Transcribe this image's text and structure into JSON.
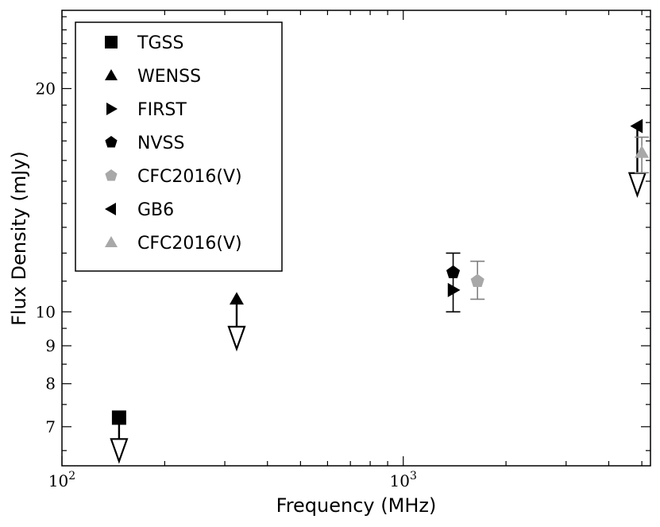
{
  "chart_data": {
    "type": "scatter",
    "xlabel": "Frequency (MHz)",
    "ylabel": "Flux Density (mJy)",
    "xscale": "log",
    "yscale": "log",
    "xlim": [
      100,
      5300
    ],
    "ylim": [
      6.2,
      25.5
    ],
    "x_ticks": [
      {
        "value": 100,
        "base": "10",
        "exp": "2"
      },
      {
        "value": 1000,
        "base": "10",
        "exp": "3"
      }
    ],
    "y_ticks": [
      {
        "value": 7,
        "label": "7"
      },
      {
        "value": 8,
        "label": "8"
      },
      {
        "value": 9,
        "label": "9"
      },
      {
        "value": 10,
        "label": "10"
      },
      {
        "value": 20,
        "label": "20"
      }
    ],
    "legend_position": "top-left",
    "series": [
      {
        "name": "TGSS",
        "marker": "square",
        "color": "#000000",
        "points": [
          {
            "x": 147,
            "y": 7.2,
            "limit": "upper",
            "limit_to": 6.35
          }
        ]
      },
      {
        "name": "WENSS",
        "marker": "triangle-up",
        "color": "#000000",
        "points": [
          {
            "x": 325,
            "y": 10.4,
            "limit": "upper",
            "limit_to": 9.0
          }
        ]
      },
      {
        "name": "FIRST",
        "marker": "triangle-right",
        "color": "#000000",
        "points": [
          {
            "x": 1400,
            "y": 10.7
          }
        ]
      },
      {
        "name": "NVSS",
        "marker": "pentagon",
        "color": "#000000",
        "points": [
          {
            "x": 1400,
            "y": 11.3,
            "err_low": 10.0,
            "err_high": 12.0
          }
        ]
      },
      {
        "name": "CFC2016(V)",
        "marker": "pentagon",
        "color": "#a8a8a8",
        "points": [
          {
            "x": 1650,
            "y": 11.0,
            "err_low": 10.4,
            "err_high": 11.7
          }
        ]
      },
      {
        "name": "GB6",
        "marker": "triangle-left",
        "color": "#000000",
        "points": [
          {
            "x": 4850,
            "y": 17.8,
            "limit": "upper",
            "limit_to": 14.5
          }
        ]
      },
      {
        "name": "CFC2016(V)",
        "marker": "triangle-up",
        "color": "#a8a8a8",
        "points": [
          {
            "x": 5000,
            "y": 16.4,
            "err_low": 15.4,
            "err_high": 17.2
          }
        ]
      }
    ]
  }
}
